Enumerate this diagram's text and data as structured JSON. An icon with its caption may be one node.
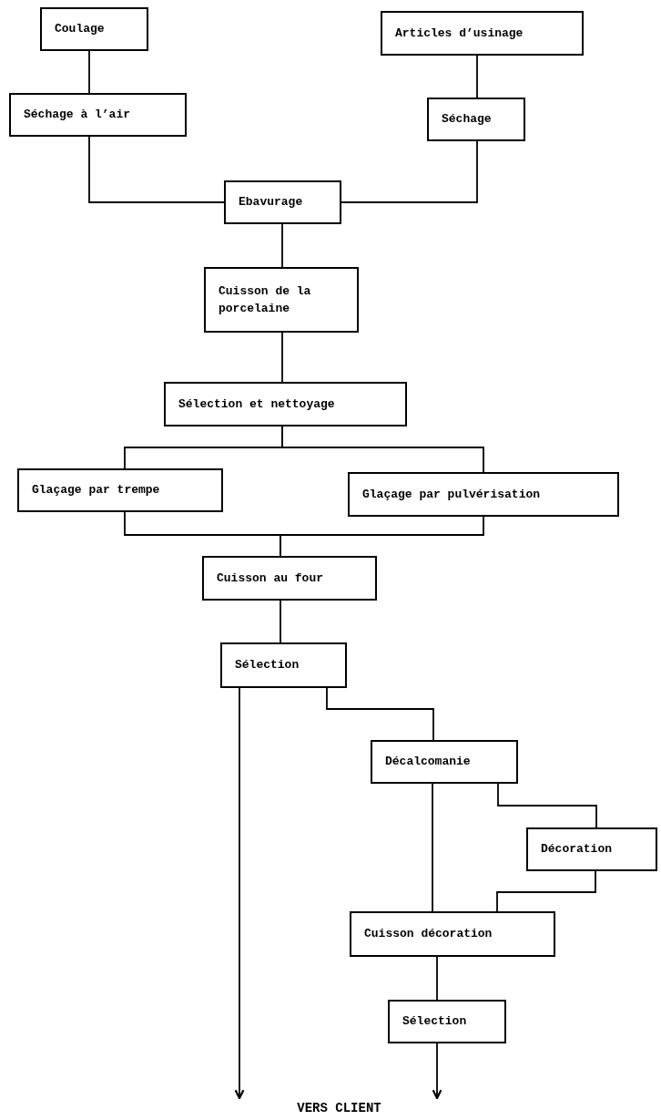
{
  "diagram": {
    "nodes": [
      {
        "text": [
          "Coulage"
        ]
      },
      {
        "text": [
          "Articles d’usinage"
        ]
      },
      {
        "text": [
          "Séchage à l’air"
        ]
      },
      {
        "text": [
          "Séchage"
        ]
      },
      {
        "text": [
          "Ebavurage"
        ]
      },
      {
        "text": [
          "Cuisson de la porcelaine"
        ]
      },
      {
        "text": [
          "Sélection et nettoyage"
        ]
      },
      {
        "text": [
          "Glaçage par trempe"
        ]
      },
      {
        "text": [
          "Glaçage par pulvérisation"
        ]
      },
      {
        "text": [
          "Cuisson au four"
        ]
      },
      {
        "text": [
          "Sélection"
        ]
      },
      {
        "text": [
          "Décalcomanie"
        ]
      },
      {
        "text": [
          "Décoration"
        ]
      },
      {
        "text": [
          "Cuisson décoration"
        ]
      },
      {
        "text": [
          "Sélection"
        ]
      },
      {
        "text": [
          "VERS CLIENT"
        ]
      }
    ],
    "edges": [
      {
        "from": 0,
        "to": 2,
        "arrow": "none"
      },
      {
        "from": 1,
        "to": 3,
        "arrow": "none"
      },
      {
        "from": 2,
        "to": 4,
        "arrow": "none"
      },
      {
        "from": 3,
        "to": 4,
        "arrow": "none"
      },
      {
        "from": 4,
        "to": 5,
        "arrow": "none"
      },
      {
        "from": 5,
        "to": 6,
        "arrow": "none"
      },
      {
        "from": 6,
        "to": 7,
        "arrow": "none"
      },
      {
        "from": 6,
        "to": 8,
        "arrow": "none"
      },
      {
        "from": 7,
        "to": 9,
        "arrow": "none"
      },
      {
        "from": 8,
        "to": 9,
        "arrow": "none"
      },
      {
        "from": 9,
        "to": 10,
        "arrow": "none"
      },
      {
        "from": 10,
        "to": 15,
        "arrow": "to"
      },
      {
        "from": 10,
        "to": 11,
        "arrow": "none"
      },
      {
        "from": 11,
        "to": 13,
        "arrow": "none"
      },
      {
        "from": 11,
        "to": 12,
        "arrow": "none"
      },
      {
        "from": 12,
        "to": 13,
        "arrow": "none"
      },
      {
        "from": 13,
        "to": 14,
        "arrow": "none"
      },
      {
        "from": 14,
        "to": 15,
        "arrow": "to"
      }
    ]
  }
}
